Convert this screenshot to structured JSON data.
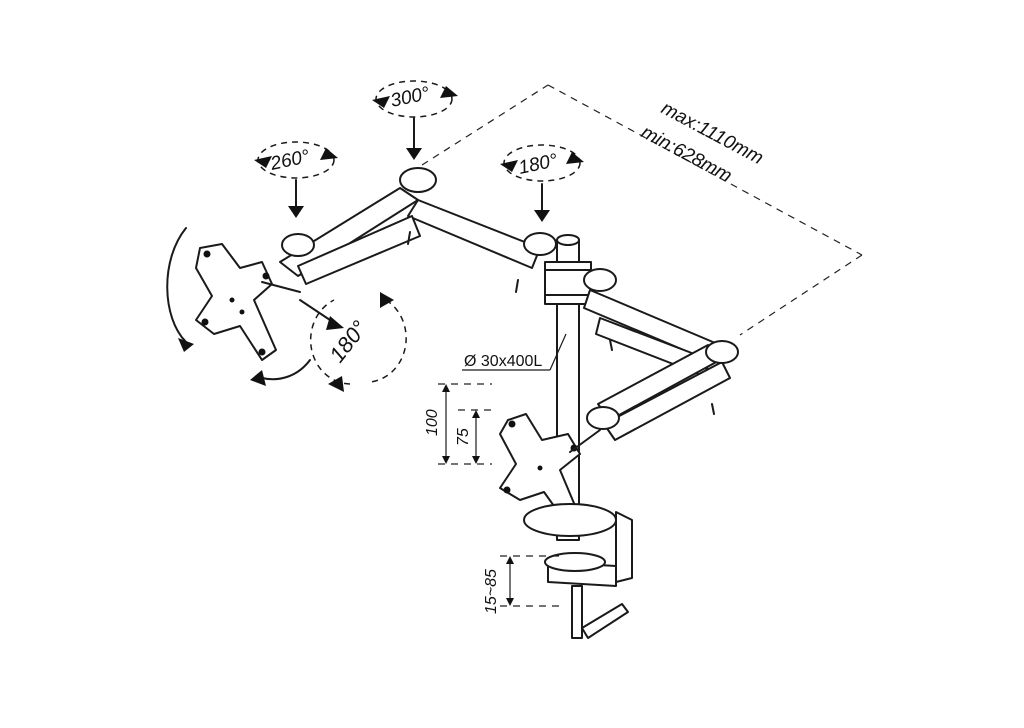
{
  "rotations": {
    "joint_upper": "300°",
    "joint_left": "260°",
    "joint_right": "180°",
    "plate_tilt": "180°"
  },
  "reach": {
    "max": "max:1110mm",
    "min": "min:628mm"
  },
  "pole": {
    "spec": "Ø 30x400L"
  },
  "height_adjust": {
    "outer": "100",
    "inner": "75"
  },
  "clamp": {
    "desk_thickness": "15~85"
  }
}
